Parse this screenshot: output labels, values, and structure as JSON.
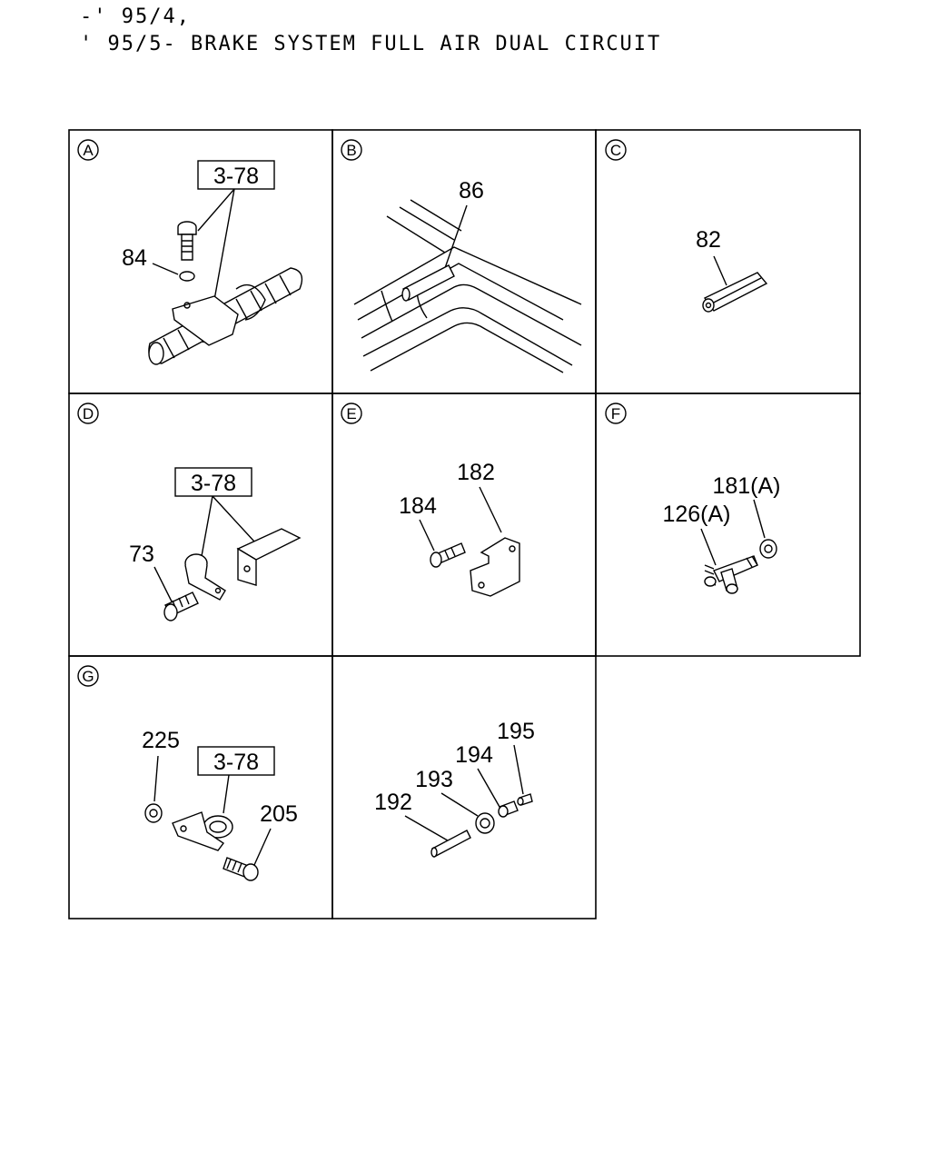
{
  "header": {
    "line1": "-' 95/4,",
    "line2": "' 95/5- BRAKE SYSTEM FULL AIR DUAL CIRCUIT"
  },
  "panels": [
    {
      "letter": "A",
      "ref": "3-78",
      "parts": [
        "84"
      ]
    },
    {
      "letter": "B",
      "parts": [
        "86"
      ]
    },
    {
      "letter": "C",
      "parts": [
        "82"
      ]
    },
    {
      "letter": "D",
      "ref": "3-78",
      "parts": [
        "73"
      ]
    },
    {
      "letter": "E",
      "parts": [
        "182",
        "184"
      ]
    },
    {
      "letter": "F",
      "parts": [
        "181(A)",
        "126(A)"
      ]
    },
    {
      "letter": "G",
      "ref": "3-78",
      "parts": [
        "225",
        "205"
      ]
    },
    {
      "letter": "",
      "parts": [
        "195",
        "194",
        "193",
        "192"
      ]
    }
  ]
}
